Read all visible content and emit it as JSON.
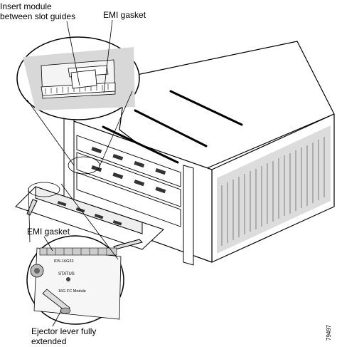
{
  "callouts": {
    "insert_module": "Insert module\nbetween slot guides",
    "emi_gasket_top": "EMI gasket",
    "emi_gasket_bottom": "EMI gasket",
    "ejector_lever": "Ejector lever fully\nextended"
  },
  "module_text": {
    "model": "IDS-16G32",
    "status": "STATUS",
    "name": "16G FC Module"
  },
  "figure_id": "79497"
}
